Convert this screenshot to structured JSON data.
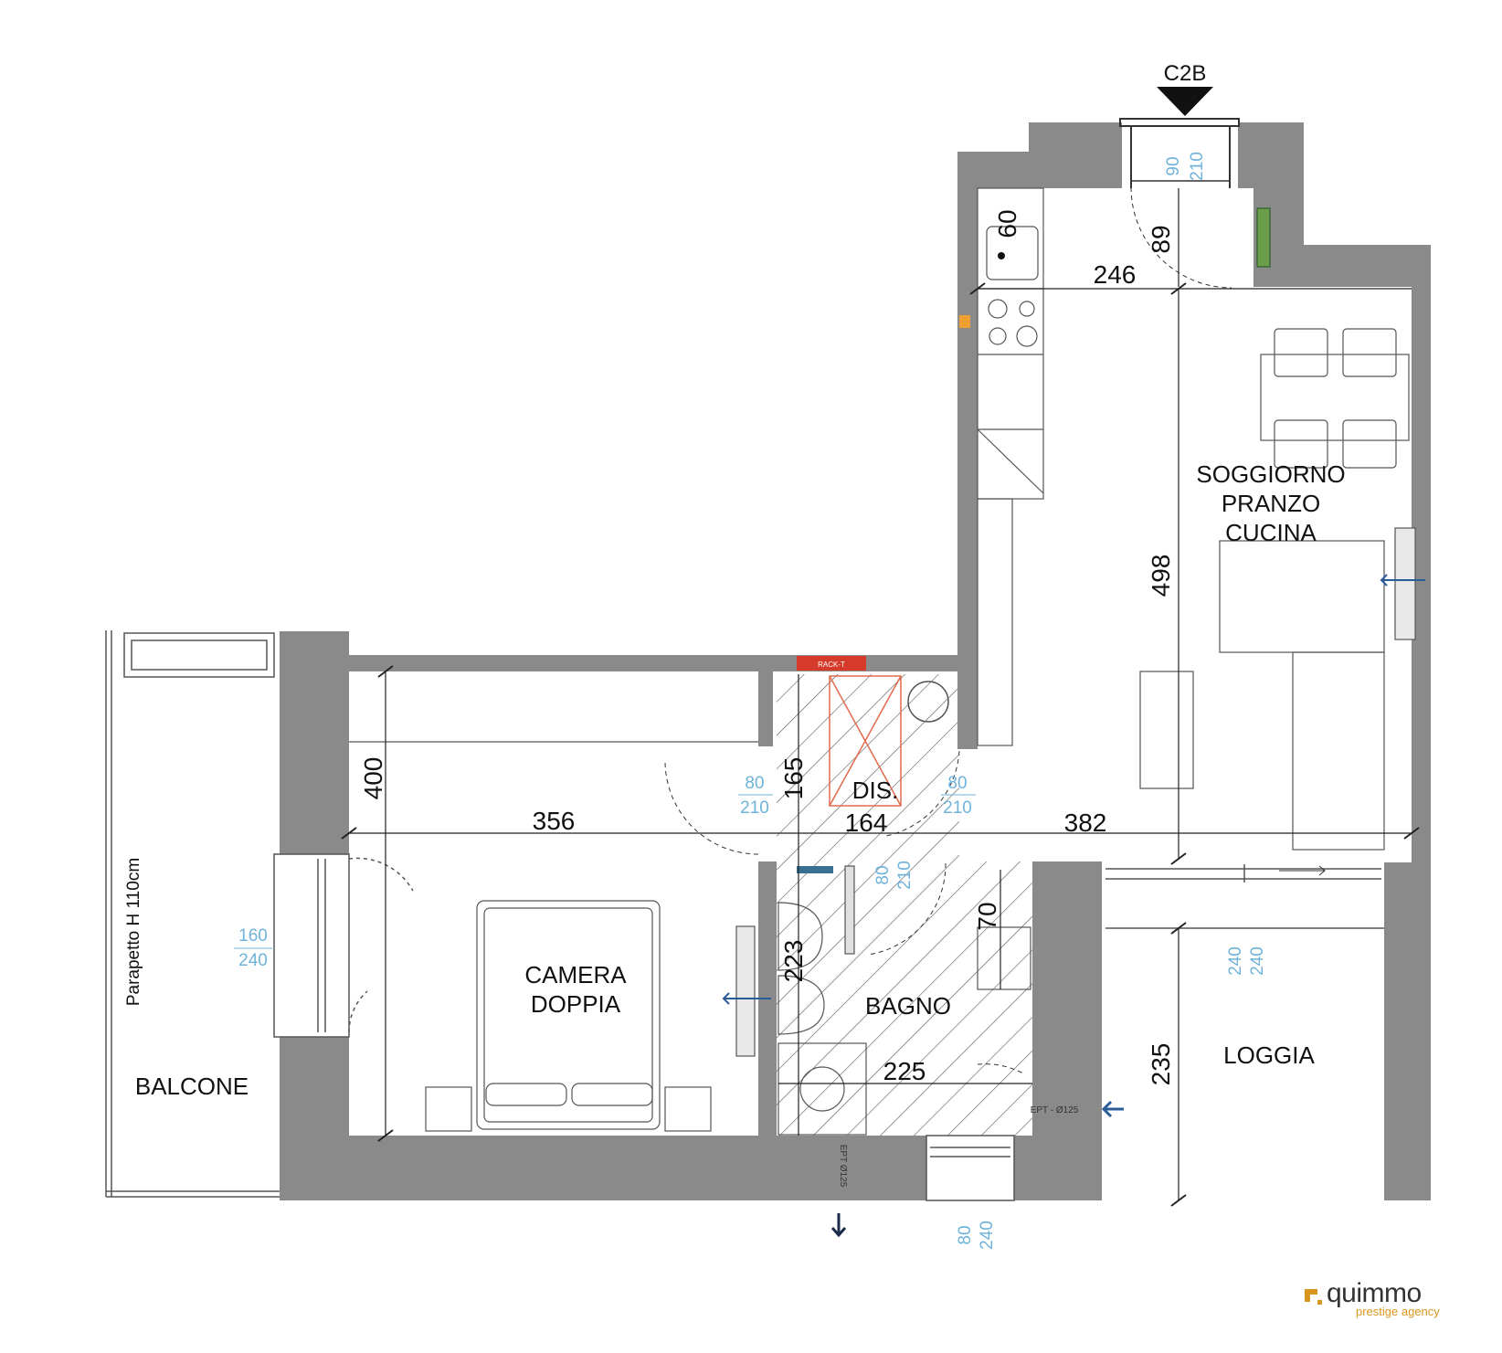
{
  "marker": {
    "label": "C2B"
  },
  "rooms": {
    "living": [
      "SOGGIORNO",
      "PRANZO",
      "CUCINA"
    ],
    "bedroom": [
      "CAMERA",
      "DOPPIA"
    ],
    "bath": "BAGNO",
    "hall": "DIS.",
    "loggia": "LOGGIA",
    "balcony": "BALCONE"
  },
  "dimensions": {
    "kitchen_width": "246",
    "sink_width": "60",
    "entry_depth": "89",
    "living_length": "498",
    "bedroom_depth": "400",
    "bedroom_width": "356",
    "hall_depth": "165",
    "hall_width": "164",
    "living_width": "382",
    "bath_length": "223",
    "basin_width": "70",
    "bath_width": "225",
    "loggia_depth": "235"
  },
  "openings": {
    "entry": [
      "90",
      "210"
    ],
    "bedroom_door": [
      "80",
      "210"
    ],
    "hall_door": [
      "80",
      "210"
    ],
    "bath_door": [
      "80",
      "210"
    ],
    "balcony_window": [
      "160",
      "240"
    ],
    "loggia_window": [
      "240",
      "240"
    ],
    "bath_window": [
      "80",
      "240"
    ]
  },
  "annotations": {
    "parapet": "Parapetto H 110cm",
    "vent_bath": "EPT - Ø125",
    "vent_floor": "EPT Ø125",
    "panel": "RACK-T"
  },
  "logo": {
    "name": "quimmo",
    "tagline": "prestige agency"
  },
  "colors": {
    "wall": "#8a8a8a",
    "dim_line": "#222222",
    "opening_text": "#6fb3da",
    "panel": "#d63a2a",
    "accent": "#d9961d"
  }
}
